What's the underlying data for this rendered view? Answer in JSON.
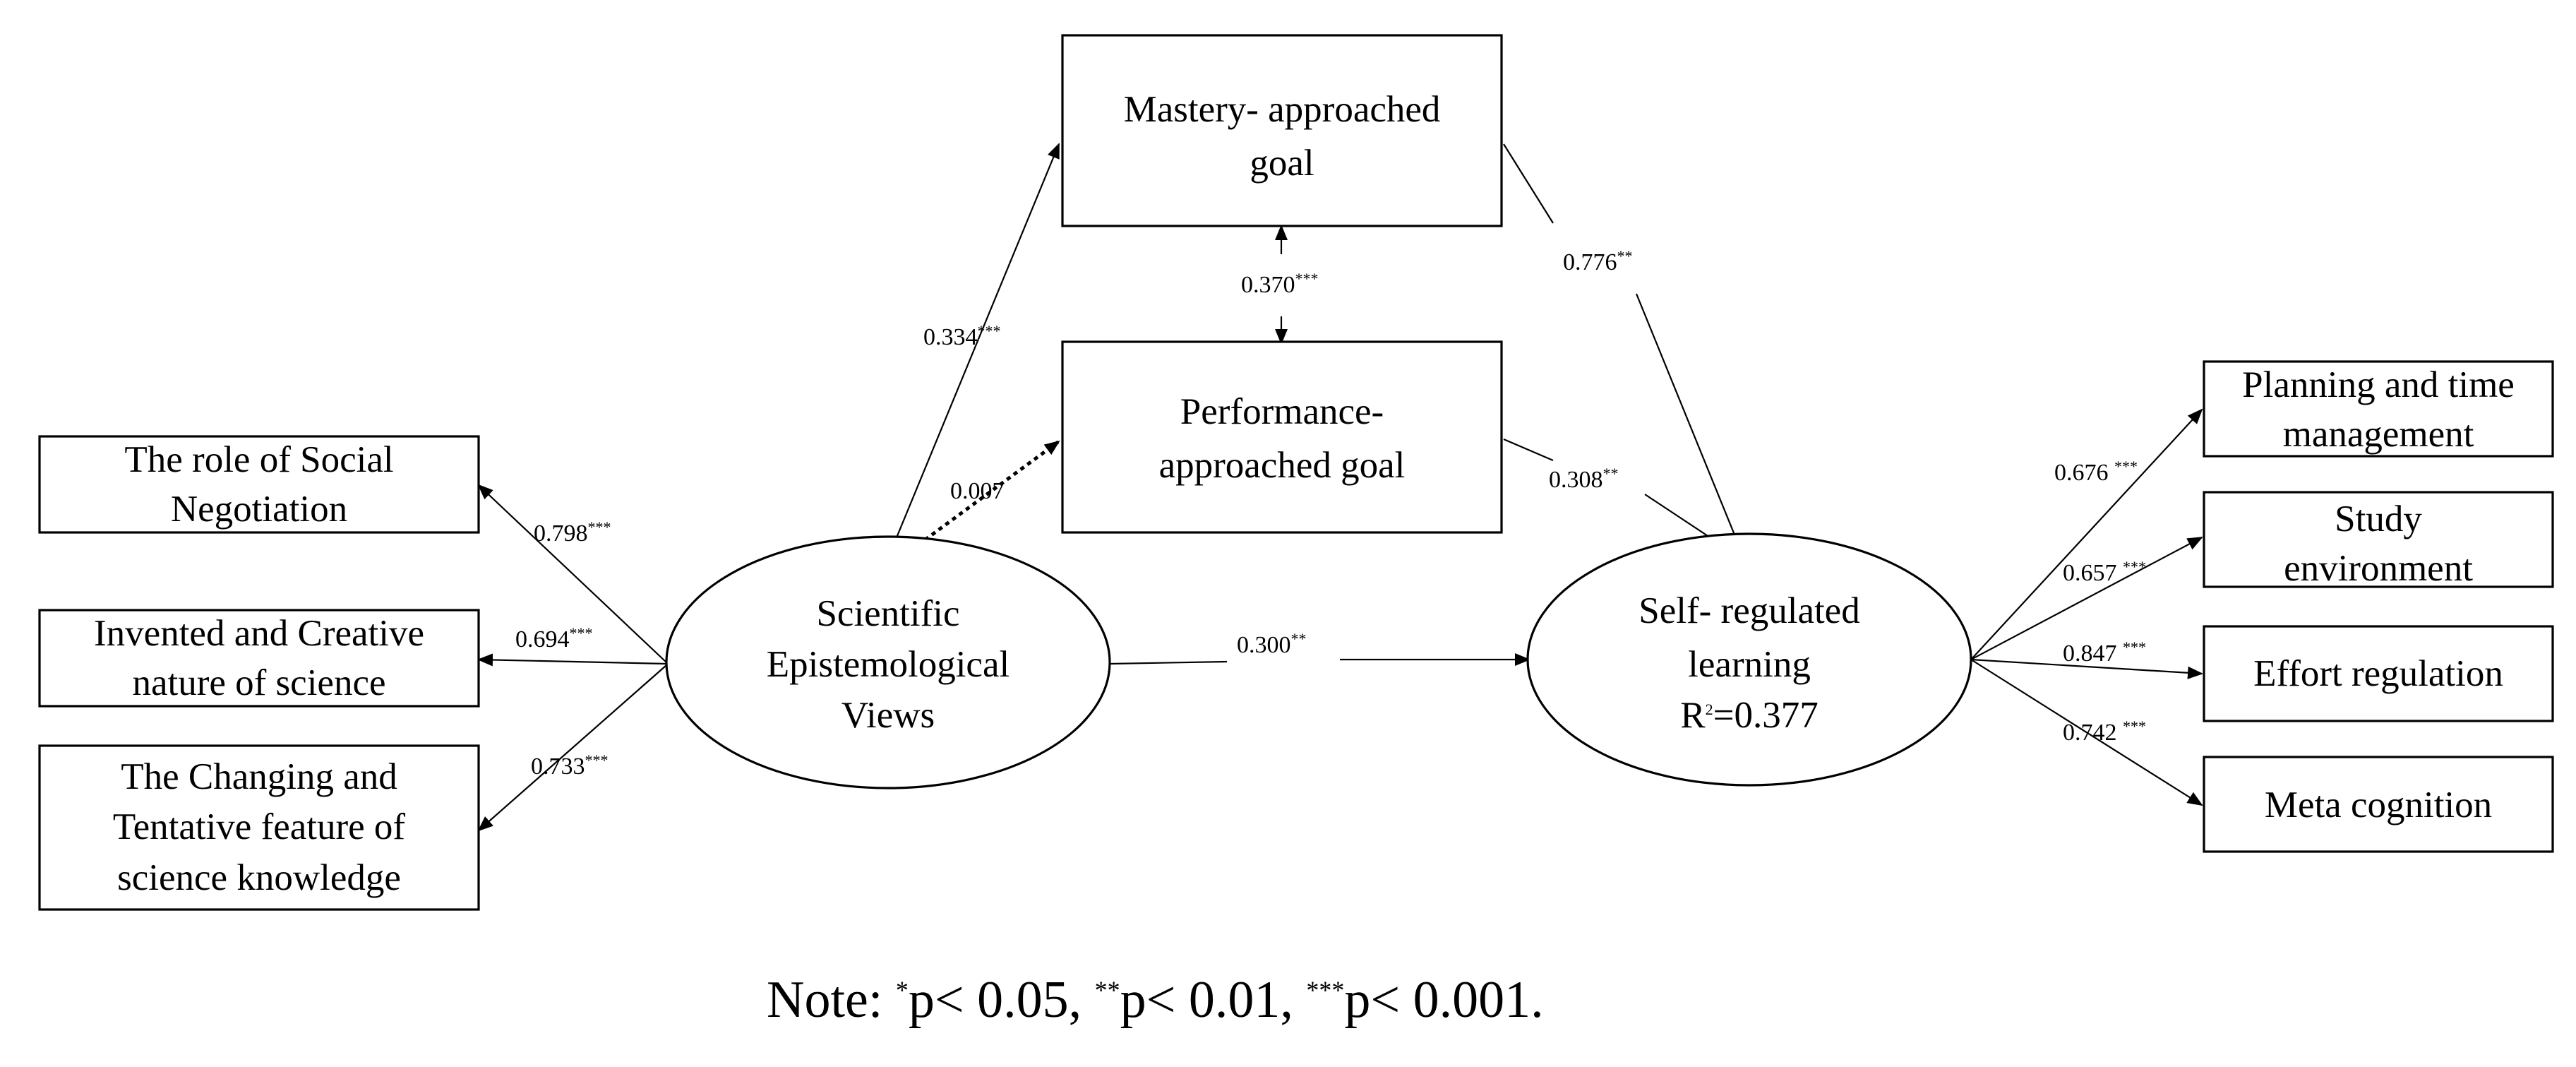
{
  "nodes": {
    "mastery": {
      "lines": [
        "Mastery- approached",
        "goal"
      ]
    },
    "performance": {
      "lines": [
        "Performance-",
        "approached goal"
      ]
    },
    "sev": {
      "lines": [
        "Scientific",
        "Epistemological",
        "Views"
      ]
    },
    "srl": {
      "lines": [
        "Self- regulated",
        "learning"
      ],
      "r2_prefix": "R",
      "r2_sup": "2",
      "r2_value": "=0.377"
    },
    "social": {
      "lines": [
        "The role of Social",
        "Negotiation"
      ]
    },
    "invented": {
      "lines": [
        "Invented and Creative",
        "nature of science"
      ]
    },
    "changing": {
      "lines": [
        "The Changing and",
        "Tentative feature of",
        "science knowledge"
      ]
    },
    "planning": {
      "lines": [
        "Planning and time",
        "management"
      ]
    },
    "study": {
      "lines": [
        "Study",
        "environment"
      ]
    },
    "effort": {
      "lines": [
        "Effort regulation"
      ]
    },
    "meta": {
      "lines": [
        "Meta cognition"
      ]
    }
  },
  "edges": {
    "sev_mastery": {
      "value": "0.334",
      "sig": "***"
    },
    "sev_performance": {
      "value": "0.007",
      "sig": ""
    },
    "mastery_performance": {
      "value": "0.370",
      "sig": "***"
    },
    "mastery_srl": {
      "value": "0.776",
      "sig": "**"
    },
    "performance_srl": {
      "value": "0.308",
      "sig": "**"
    },
    "sev_srl": {
      "value": "0.300",
      "sig": "**"
    },
    "sev_social": {
      "value": "0.798",
      "sig": "***"
    },
    "sev_invented": {
      "value": "0.694",
      "sig": "***"
    },
    "sev_changing": {
      "value": "0.733",
      "sig": "***"
    },
    "srl_planning": {
      "value": "0.676 ",
      "sig": "***"
    },
    "srl_study": {
      "value": "0.657 ",
      "sig": "***"
    },
    "srl_effort": {
      "value": "0.847 ",
      "sig": "***"
    },
    "srl_meta": {
      "value": "0.742 ",
      "sig": "***"
    }
  },
  "note": {
    "prefix": "Note: ",
    "s1": "*",
    "t1": "p< 0.05, ",
    "s2": "**",
    "t2": "p< 0.01, ",
    "s3": "***",
    "t3": "p< 0.001."
  }
}
